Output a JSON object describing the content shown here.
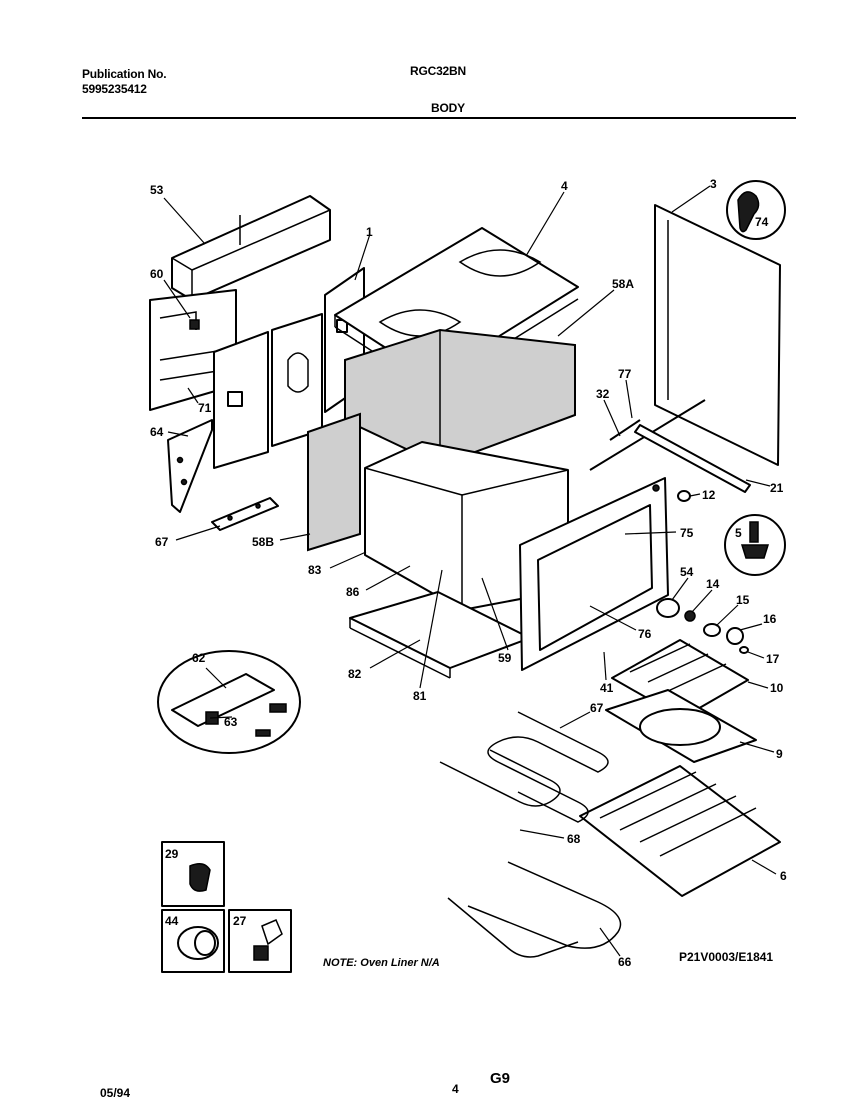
{
  "header": {
    "publication_label": "Publication No.",
    "publication_number": "5995235412",
    "model": "RGC32BN",
    "section": "BODY"
  },
  "footer": {
    "date": "05/94",
    "page": "4",
    "section_code": "G9"
  },
  "diagram": {
    "note": "NOTE: Oven Liner N/A",
    "drawing_code": "P21V0003/E1841",
    "part_labels": {
      "p53": "53",
      "p60": "60",
      "p71": "71",
      "p64": "64",
      "p67a": "67",
      "p1": "1",
      "p4": "4",
      "p3": "3",
      "p74": "74",
      "p58a": "58A",
      "p77": "77",
      "p32": "32",
      "p21": "21",
      "p12": "12",
      "p75": "75",
      "p5": "5",
      "p58b": "58B",
      "p83": "83",
      "p86": "86",
      "p82": "82",
      "p81": "81",
      "p59": "59",
      "p76": "76",
      "p54": "54",
      "p14": "14",
      "p15": "15",
      "p16": "16",
      "p17": "17",
      "p41": "41",
      "p10": "10",
      "p62": "62",
      "p63": "63",
      "p67b": "67",
      "p9": "9",
      "p68": "68",
      "p6": "6",
      "p29": "29",
      "p44": "44",
      "p27": "27",
      "p66": "66"
    }
  }
}
